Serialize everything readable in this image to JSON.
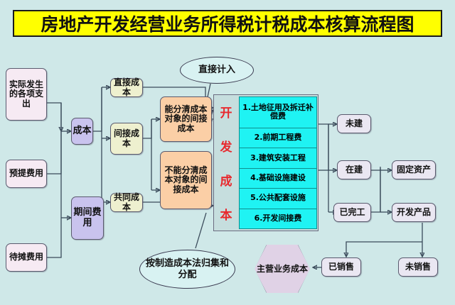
{
  "title": "房地产开发经营业务所得税计税成本核算流程图",
  "colors": {
    "background": "#cfe8e8",
    "title_fill": "#ffff00",
    "pink_node": "#f6eaf3",
    "purple_node": "#c9c3ee",
    "yellow_node": "#eef0cf",
    "orange_node": "#fbcfa6",
    "cyan_item": "#1ff3f3",
    "dev_label_text": "#e8282d",
    "hexagon_fill": "#e0d2e6",
    "callout_fill": "#d8f2f2",
    "connector": "#3a4a5a"
  },
  "inputs": [
    {
      "id": "actual-expenditure",
      "label": "实际发生的各项支出"
    },
    {
      "id": "accrued-expense",
      "label": "预提费用"
    },
    {
      "id": "deferred-expense",
      "label": "待摊费用"
    }
  ],
  "classifiers": [
    {
      "id": "cost",
      "label": "成本"
    },
    {
      "id": "period-expense",
      "label": "期间费用"
    }
  ],
  "cost_types": [
    {
      "id": "direct-cost",
      "label": "直接成本"
    },
    {
      "id": "indirect-cost",
      "label": "间接成本"
    },
    {
      "id": "common-cost",
      "label": "共同成本"
    }
  ],
  "indirect_split": [
    {
      "id": "identifiable-indirect",
      "label": "能分清成本对象的间接成本"
    },
    {
      "id": "unidentifiable-indirect",
      "label": "不能分清成本对象的间接成本"
    }
  ],
  "development_cost": {
    "label": "开发成本",
    "label_chars": [
      "开",
      "发",
      "成",
      "本"
    ],
    "items": [
      "1.土地征用及拆迁补偿费",
      "2.前期工程费",
      "3.建筑安装工程",
      "4.基础设施建设",
      "5.公共配套设施",
      "6.开发间接费"
    ]
  },
  "callouts": [
    {
      "id": "direct-charge",
      "label": "直接计入"
    },
    {
      "id": "absorption-cost",
      "label": "按制造成本法归集和分配"
    }
  ],
  "status_nodes": [
    {
      "id": "not-started",
      "label": "未建"
    },
    {
      "id": "under-construction",
      "label": "在建"
    },
    {
      "id": "completed",
      "label": "已完工"
    }
  ],
  "outputs": [
    {
      "id": "fixed-asset",
      "label": "固定资产"
    },
    {
      "id": "development-product",
      "label": "开发产品"
    }
  ],
  "sales_nodes": [
    {
      "id": "sold",
      "label": "已销售"
    },
    {
      "id": "unsold",
      "label": "未销售"
    }
  ],
  "final_node": {
    "id": "main-business-cost",
    "label": "主营业务成本"
  }
}
